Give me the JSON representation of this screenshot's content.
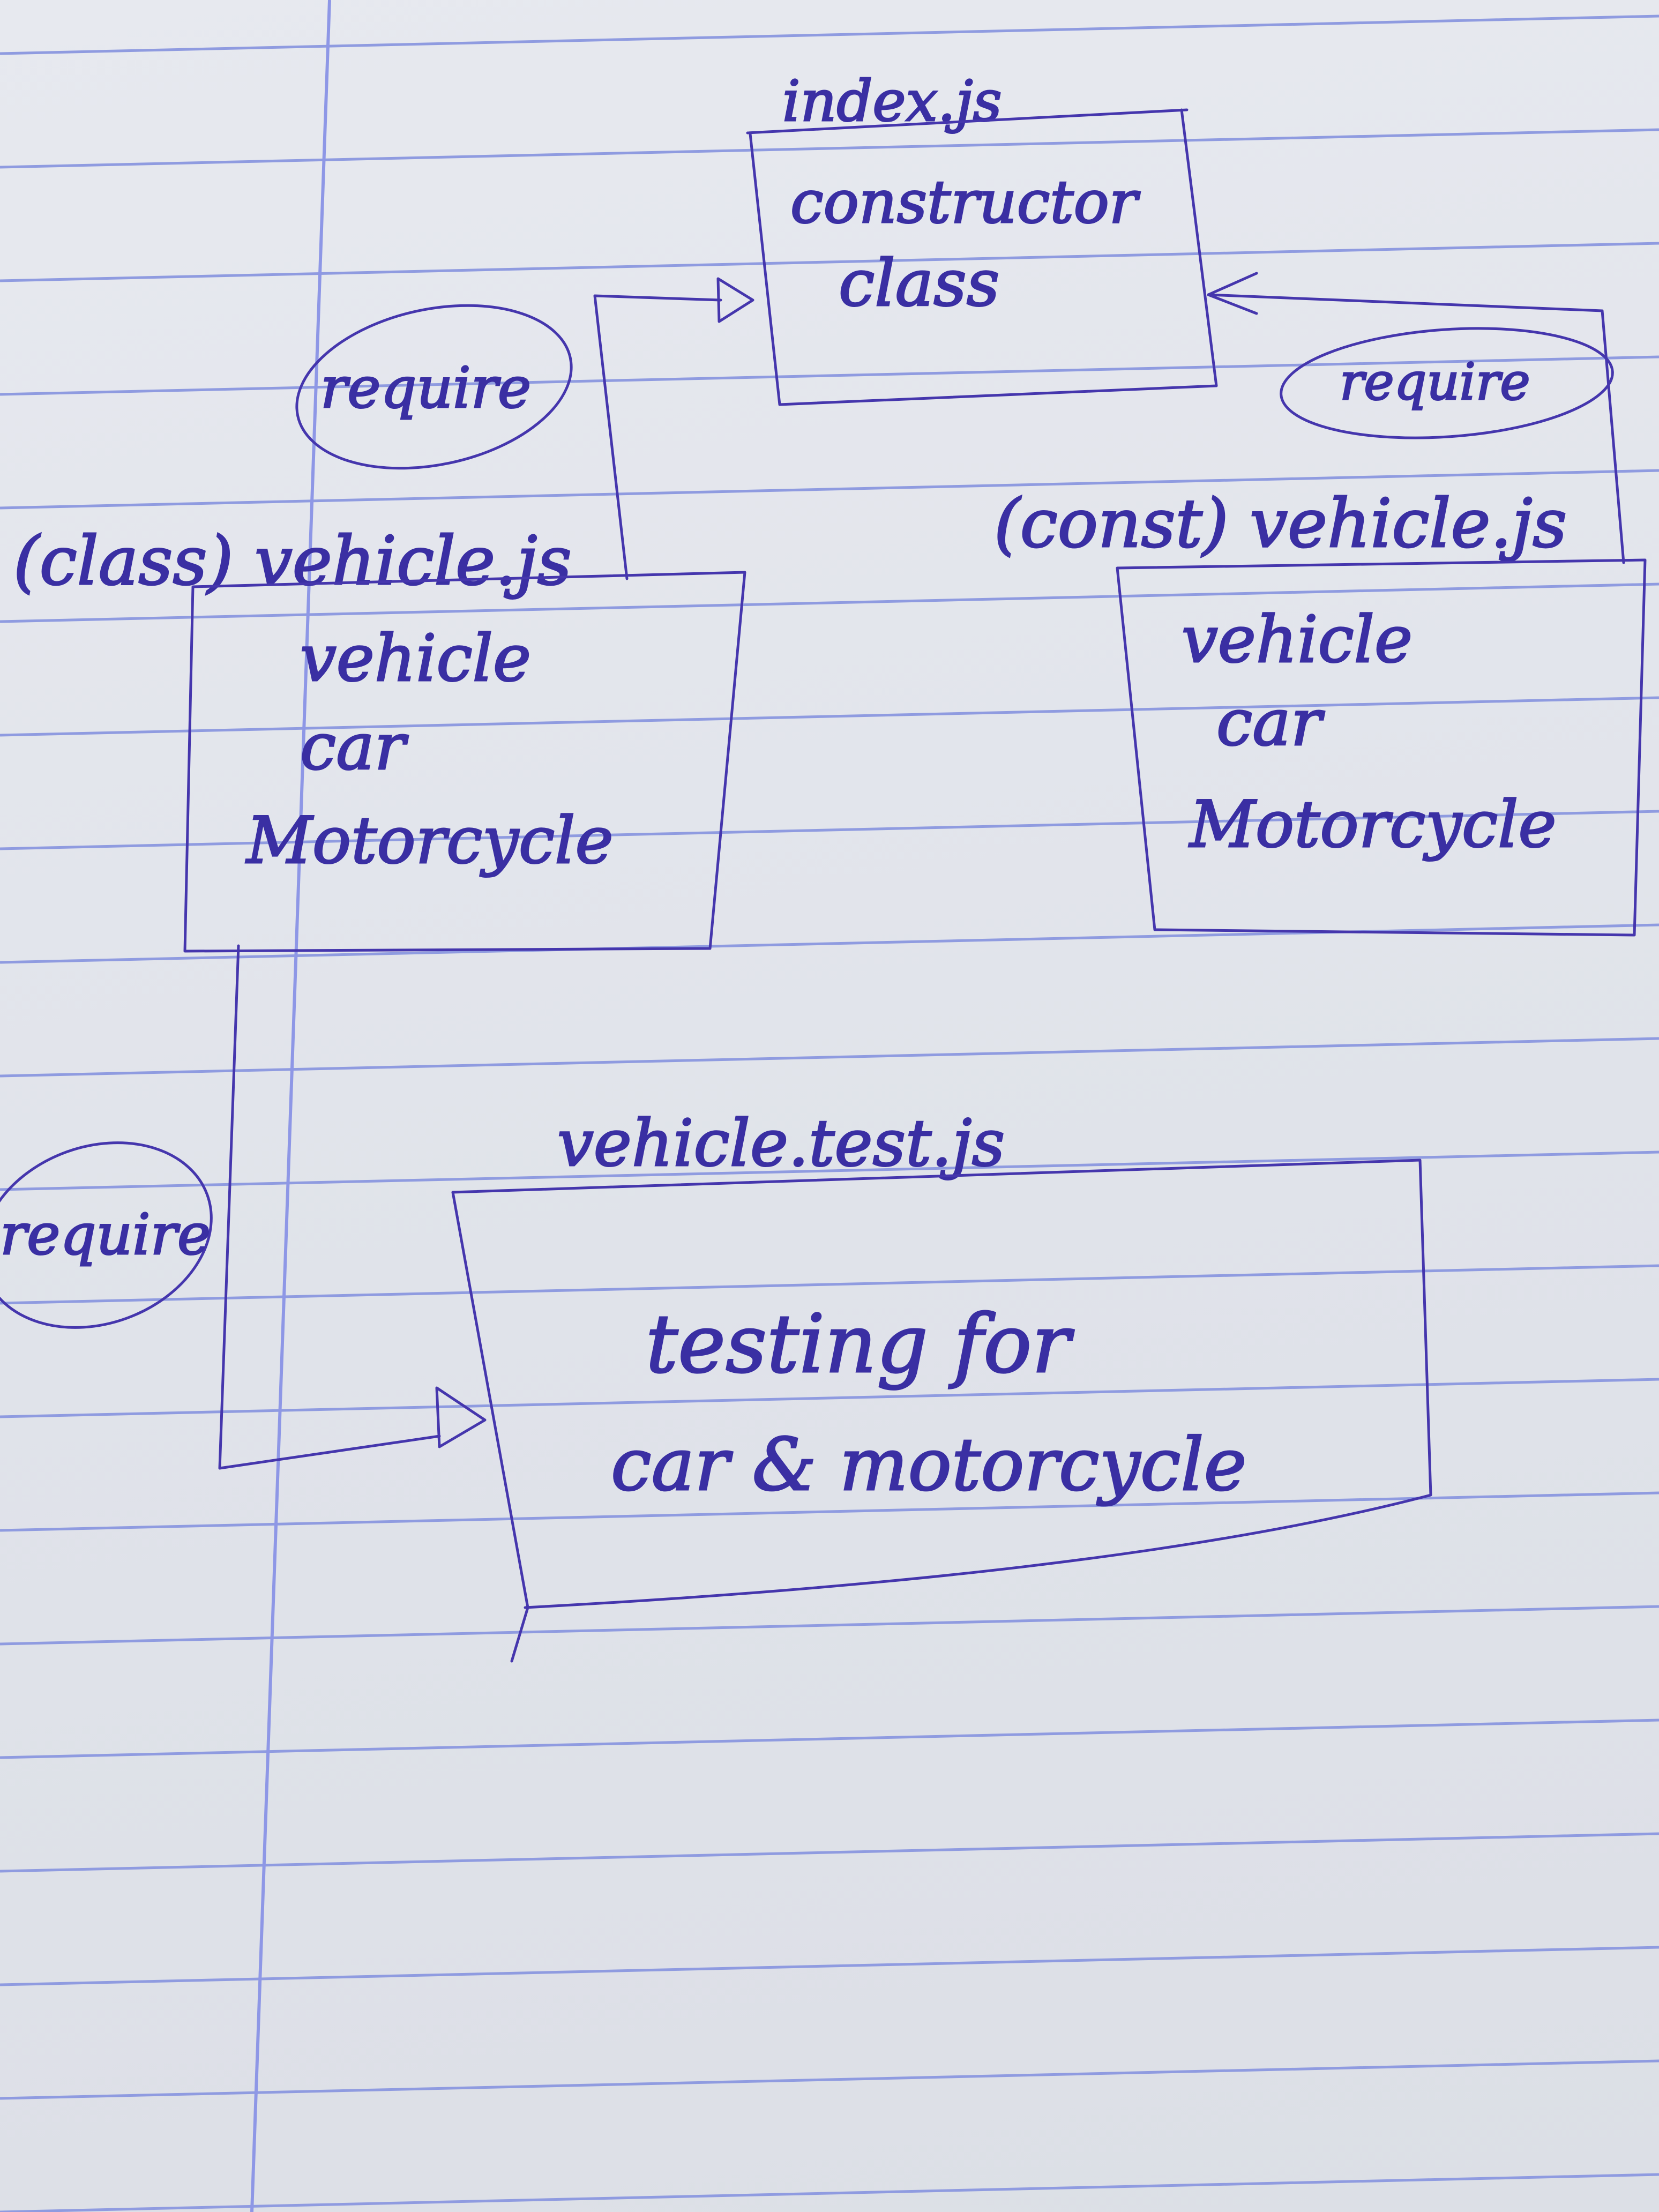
{
  "index_file": {
    "filename": "index.js",
    "lines": [
      "constructor",
      "class"
    ]
  },
  "class_file": {
    "label": "(class) vehicle.js",
    "lines": [
      "vehicle",
      "car",
      "Motorcycle"
    ]
  },
  "const_file": {
    "label": "(const) vehicle.js",
    "lines": [
      "vehicle",
      "car",
      "Motorcycle"
    ]
  },
  "test_file": {
    "filename": "vehicle.test.js",
    "lines": [
      "testing for",
      "car & motorcycle"
    ]
  },
  "edges": {
    "left_require": "require",
    "right_require": "require",
    "bottom_require": "require"
  },
  "colors": {
    "ink": "#3b2f9e",
    "rule_lines": "#8f9be0",
    "paper": "#e3e6ec"
  }
}
